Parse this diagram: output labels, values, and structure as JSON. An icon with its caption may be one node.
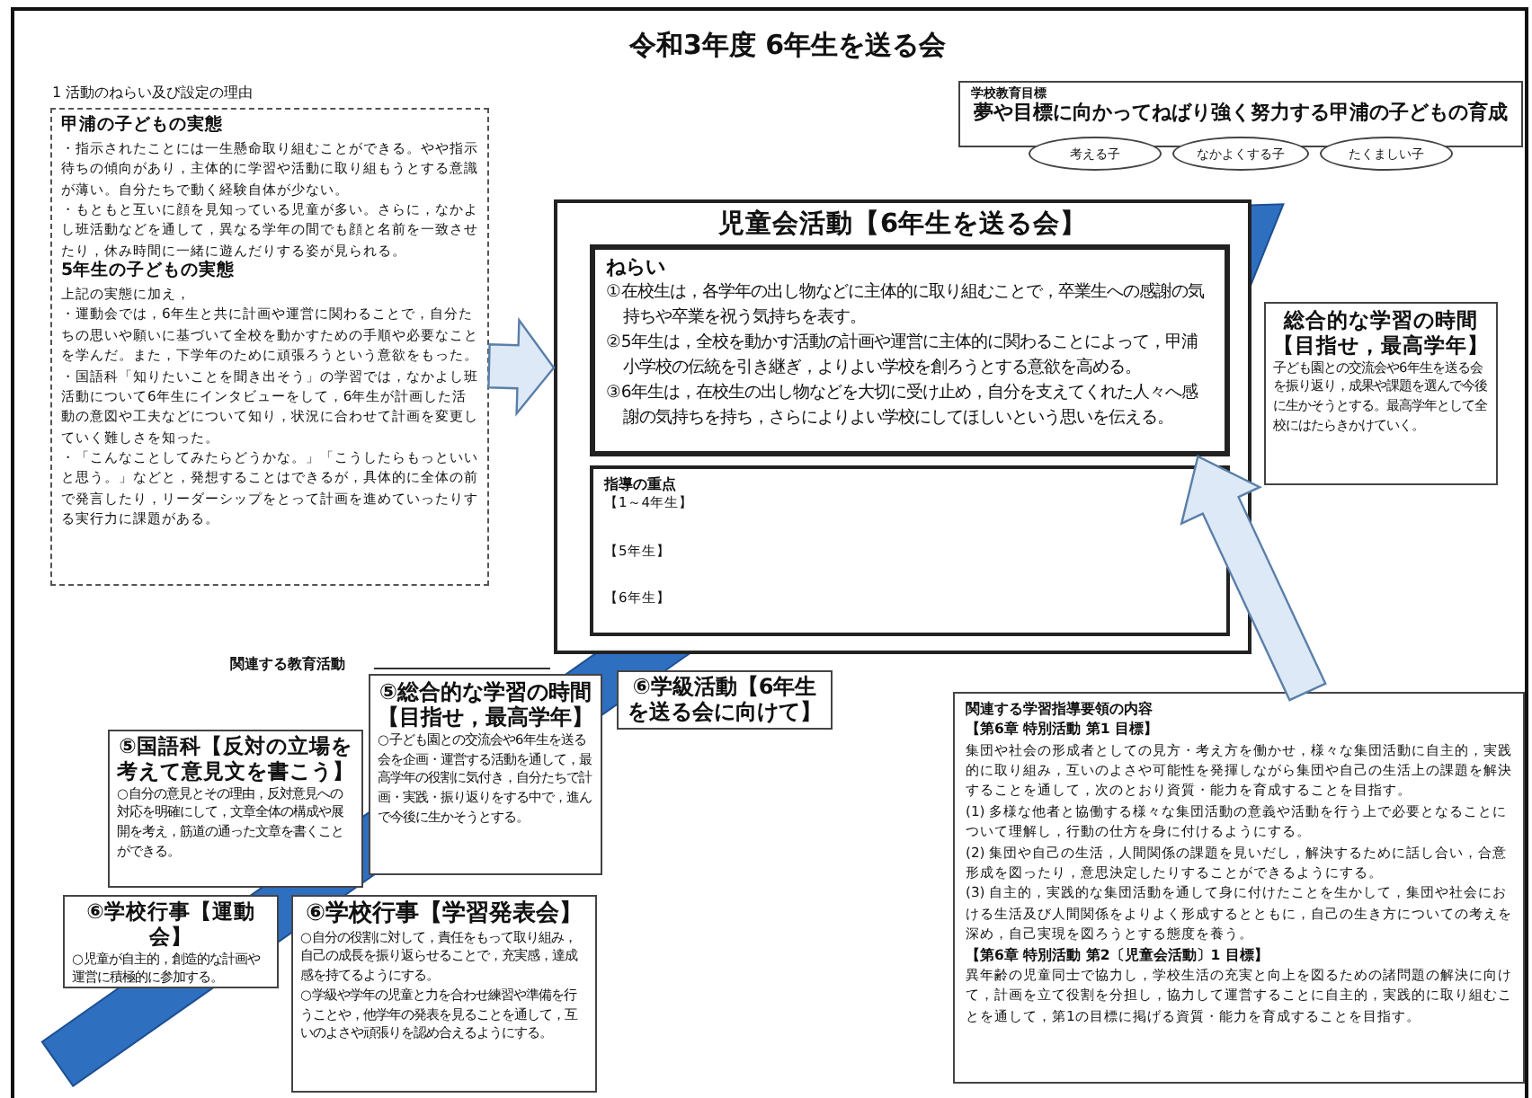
{
  "diagram": {
    "title": "令和3年度 6年生を送る会",
    "nodes": [
      {
        "text": [
          "1 活動のねらい及び設定の理由",
          "甲浦の子どもの実態",
          "・指示されたことには一生懸命取り組むことができる。やや指示待ちの傾向があり，主体的に学習や活動に取り組もうとする意識が薄い。自分たちで動く経験自体が少ない。",
          "・もともと互いに顔を見知っている児童が多い。さらに，なかよし班活動などを通して，異なる学年の間でも顔と名前を一致させたり，休み時間に一緒に遊んだりする姿が見られる。",
          "5年生の子どもの実態",
          "上記の実態に加え，",
          "・運動会では，6年生と共に計画や運営に関わることで，自分たちの思いや願いに基づいて全校を動かすための手順や必要なことを学んだ。また，下学年のために頑張ろうという意欲をもった。",
          "・国語科「知りたいことを聞き出そう」の学習では，なかよし班活動について6年生にインタビューをして，6年生が計画した活動の意図や工夫などについて知り，状況に合わせて計画を変更していく難しさを知った。",
          "・「こんなことしてみたらどうかな。」「こうしたらもっといいと思う。」などと，発想することはできるが，具体的に全体の前で発言したり，リーダーシップをとって計画を進めていったりする実行力に課題がある。"
        ]
      },
      {
        "text": [
          "学校教育目標",
          "夢や目標に向かってねばり強く努力する甲浦の子どもの育成"
        ]
      },
      {
        "text": [
          "考える子"
        ]
      },
      {
        "text": [
          "なかよくする子"
        ]
      },
      {
        "text": [
          "たくましい子"
        ]
      },
      {
        "text": [
          "児童会活動【6年生を送る会】"
        ]
      },
      {
        "text": [
          "ねらい",
          "①在校生は，各学年の出し物などに主体的に取り組むことで，卒業生への感謝の気持ちや卒業を祝う気持ちを表す。",
          "②5年生は，全校を動かす活動の計画や運営に主体的に関わることによって，甲浦小学校の伝統を引き継ぎ，よりよい学校を創ろうとする意欲を高める。",
          "③6年生は，在校生の出し物などを大切に受け止め，自分を支えてくれた人々へ感謝の気持ちを持ち，さらによりよい学校にしてほしいという思いを伝える。"
        ],
        "in": 5
      },
      {
        "text": [
          "指導の重点",
          "【1～4年生】",
          "【5年生】",
          "【6年生】"
        ],
        "in": 5
      },
      {
        "text": [
          "総合的な学習の時間【目指せ，最高学年】",
          "子ども園との交流会や6年生を送る会を振り返り，成果や課題を選んで今後に生かそうとする。最高学年として全校にはたらきかけていく。"
        ]
      },
      {
        "text": [
          "⑤国語科【反対の立場を考えて意見文を書こう】",
          "○自分の意見とその理由，反対意見への対応を明確にして，文章全体の構成や展開を考え，筋道の通った文章を書くことができる。"
        ]
      },
      {
        "text": [
          "⑤総合的な学習の時間【目指せ，最高学年】",
          "○子ども園との交流会や6年生を送る会を企画・運営する活動を通して，最高学年の役割に気付き，自分たちで計画・実践・振り返りをする中で，進んで今後に生かそうとする。"
        ]
      },
      {
        "text": [
          "⑥学級活動【6年生を送る会に向けて】"
        ]
      },
      {
        "text": [
          "⑥学校行事【運動会】",
          "○児童が自主的，創造的な計画や運営に積極的に参加する。"
        ]
      },
      {
        "text": [
          "⑥学校行事【学習発表会】",
          "○自分の役割に対して，責任をもって取り組み，自己の成長を振り返らせることで，充実感，達成感を持てるようにする。",
          "○学級や学年の児童と力を合わせ練習や準備を行うことや，他学年の発表を見ることを通して，互いのよさや頑張りを認め合えるようにする。"
        ]
      },
      {
        "text": [
          "関連する学習指導要領の内容",
          "【第6章 特別活動 第1 目標】",
          "集団や社会の形成者としての見方・考え方を働かせ，様々な集団活動に自主的，実践的に取り組み，互いのよさや可能性を発揮しながら集団や自己の生活上の課題を解決することを通して，次のとおり資質・能力を育成することを目指す。",
          "(1) 多様な他者と協働する様々な集団活動の意義や活動を行う上で必要となることについて理解し，行動の仕方を身に付けるようにする。",
          "(2) 集団や自己の生活，人間関係の課題を見いだし，解決するために話し合い，合意形成を図ったり，意思決定したりすることができるようにする。",
          "(3) 自主的，実践的な集団活動を通して身に付けたことを生かして，集団や社会における生活及び人間関係をよりよく形成するとともに，自己の生き方についての考えを深め，自己実現を図ろうとする態度を養う。",
          "【第6章 特別活動 第2〔児童会活動〕1 目標】",
          "異年齢の児童同士で協力し，学校生活の充実と向上を図るための諸問題の解決に向けて，計画を立て役割を分担し，協力して運営することに自主的，実践的に取り組むことを通して，第1の目標に掲げる資質・能力を育成することを目指す。"
        ]
      }
    ],
    "edges": [
      {
        "from": 0,
        "to": 5,
        "arrow": "to"
      },
      {
        "from": 14,
        "to": 6,
        "arrow": "to"
      }
    ],
    "labels": [
      "関連する教育活動"
    ]
  }
}
